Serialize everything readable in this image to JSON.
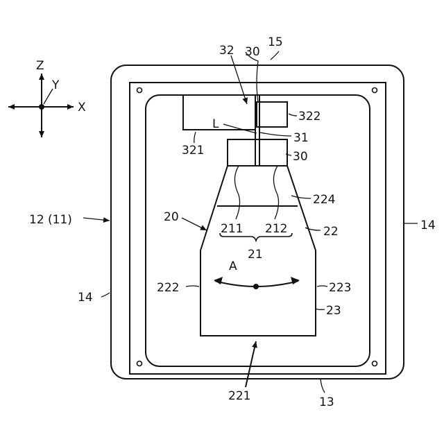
{
  "axes": {
    "z": "Z",
    "y": "Y",
    "x": "X"
  },
  "labels": {
    "l32": "32",
    "l30_top": "30",
    "l15": "15",
    "l322": "322",
    "lL": "L",
    "l31": "31",
    "l321": "321",
    "l30_mid": "30",
    "l224": "224",
    "l20": "20",
    "l12": "12 (11)",
    "l211": "211",
    "l212": "212",
    "l22": "22",
    "l14_right": "14",
    "l21": "21",
    "lA": "A",
    "l222": "222",
    "l223": "223",
    "l14_left": "14",
    "l23": "23",
    "l221": "221",
    "l13": "13"
  }
}
